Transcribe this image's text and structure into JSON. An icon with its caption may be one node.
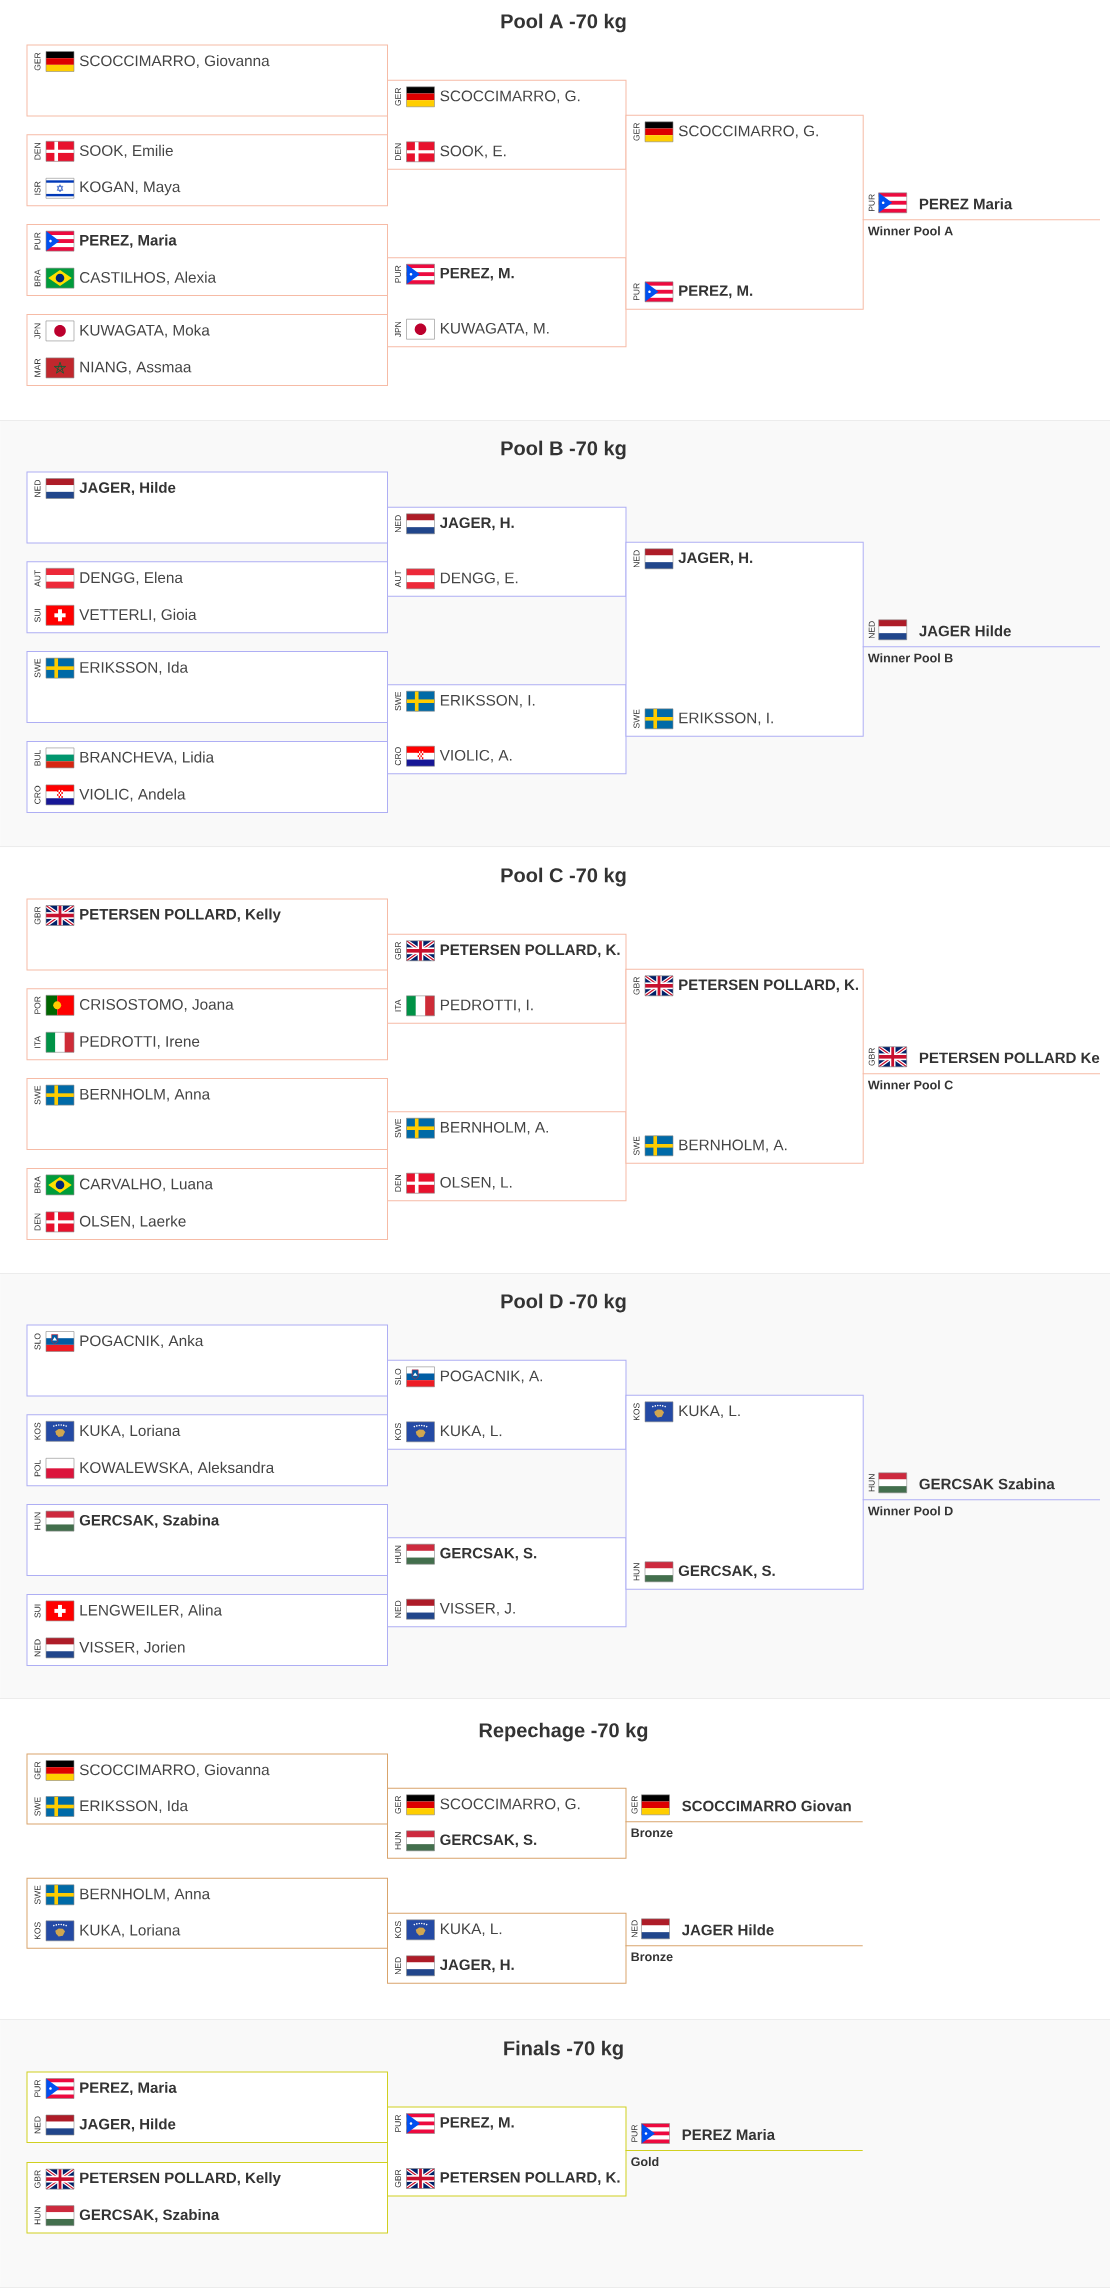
{
  "diagram": {
    "nodes": [
      {
        "text": [
          "GER",
          "SCOCCIMARRO, Giovanna"
        ]
      },
      {
        "text": [
          "DEN",
          "SOOK, Emilie",
          "ISR",
          "KOGAN, Maya"
        ]
      },
      {
        "text": [
          "PUR",
          "PEREZ, Maria",
          "BRA",
          "CASTILHOS, Alexia"
        ]
      },
      {
        "text": [
          "JPN",
          "KUWAGATA, Moka",
          "MAR",
          "NIANG, Assmaa"
        ]
      },
      {
        "text": [
          "GER",
          "SCOCCIMARRO, G.",
          "DEN",
          "SOOK, E."
        ]
      },
      {
        "text": [
          "PUR",
          "PEREZ, M.",
          "JPN",
          "KUWAGATA, M."
        ]
      },
      {
        "text": [
          "GER",
          "SCOCCIMARRO, G.",
          "PUR",
          "PEREZ, M."
        ]
      },
      {
        "text": [
          "PUR",
          "PEREZ Maria"
        ],
        "beside": [
          "Winner Pool A"
        ]
      },
      {
        "text": [
          "Pool B -70 kg"
        ]
      },
      {
        "text": [
          "NED",
          "JAGER, Hilde"
        ],
        "in": 8
      },
      {
        "text": [
          "AUT",
          "DENGG, Elena",
          "SUI",
          "VETTERLI, Gioia"
        ],
        "in": 8
      },
      {
        "text": [
          "SWE",
          "ERIKSSON, Ida"
        ],
        "in": 8
      },
      {
        "text": [
          "BUL",
          "BRANCHEVA, Lidia",
          "CRO",
          "VIOLIC, Andela"
        ],
        "in": 8
      },
      {
        "text": [
          "NED",
          "JAGER, H.",
          "AUT",
          "DENGG, E."
        ],
        "in": 8
      },
      {
        "text": [
          "SWE",
          "ERIKSSON, I.",
          "CRO",
          "VIOLIC, A."
        ],
        "in": 8
      },
      {
        "text": [
          "NED",
          "JAGER, H.",
          "SWE",
          "ERIKSSON, I."
        ],
        "in": 8
      },
      {
        "text": [
          "NED",
          "JAGER Hilde"
        ],
        "beside": [
          "Winner Pool B"
        ],
        "in": 8
      },
      {
        "text": [
          "GBR",
          "PETERSEN POLLARD, Kelly"
        ]
      },
      {
        "text": [
          "POR",
          "CRISOSTOMO, Joana",
          "ITA",
          "PEDROTTI, Irene"
        ]
      },
      {
        "text": [
          "SWE",
          "BERNHOLM, Anna"
        ]
      },
      {
        "text": [
          "BRA",
          "CARVALHO, Luana",
          "DEN",
          "OLSEN, Laerke"
        ]
      },
      {
        "text": [
          "GBR",
          "PETERSEN POLLARD, K.",
          "ITA",
          "PEDROTTI, I."
        ]
      },
      {
        "text": [
          "SWE",
          "BERNHOLM, A.",
          "DEN",
          "OLSEN, L."
        ]
      },
      {
        "text": [
          "GBR",
          "PETERSEN POLLARD, K.",
          "SWE",
          "BERNHOLM, A."
        ]
      },
      {
        "text": [
          "GBR",
          "PETERSEN POLLARD Ke"
        ],
        "beside": [
          "Winner Pool C"
        ]
      },
      {
        "text": [
          "Pool D -70 kg"
        ]
      },
      {
        "text": [
          "SLO",
          "POGACNIK, Anka"
        ],
        "in": 25
      },
      {
        "text": [
          "KOS",
          "KUKA, Loriana",
          "POL",
          "KOWALEWSKA, Aleksandra"
        ],
        "in": 25
      },
      {
        "text": [
          "HUN",
          "GERCSAK, Szabina"
        ],
        "in": 25
      },
      {
        "text": [
          "SUI",
          "LENGWEILER, Alina",
          "NED",
          "VISSER, Jorien"
        ],
        "in": 25
      },
      {
        "text": [
          "SLO",
          "POGACNIK, A.",
          "KOS",
          "KUKA, L."
        ],
        "in": 25
      },
      {
        "text": [
          "HUN",
          "GERCSAK, S.",
          "NED",
          "VISSER, J."
        ],
        "in": 25
      },
      {
        "text": [
          "KOS",
          "KUKA, L.",
          "HUN",
          "GERCSAK, S."
        ],
        "in": 25
      },
      {
        "text": [
          "HUN",
          "GERCSAK Szabina"
        ],
        "beside": [
          "Winner Pool D"
        ],
        "in": 25
      },
      {
        "text": [
          "GER",
          "SCOCCIMARRO, Giovanna",
          "SWE",
          "ERIKSSON, Ida"
        ]
      },
      {
        "text": [
          "SWE",
          "BERNHOLM, Anna",
          "KOS",
          "KUKA, Loriana"
        ]
      },
      {
        "text": [
          "GER",
          "SCOCCIMARRO, G.",
          "HUN",
          "GERCSAK, S."
        ]
      },
      {
        "text": [
          "KOS",
          "KUKA, L.",
          "NED",
          "JAGER, H."
        ]
      },
      {
        "text": [
          "GER",
          "SCOCCIMARRO Giovan"
        ],
        "beside": [
          "Bronze"
        ]
      },
      {
        "text": [
          "NED",
          "JAGER Hilde"
        ],
        "beside": [
          "Bronze"
        ]
      },
      {
        "text": [
          "Finals -70 kg"
        ]
      },
      {
        "text": [
          "PUR",
          "PEREZ, Maria",
          "NED",
          "JAGER, Hilde"
        ],
        "in": 40
      },
      {
        "text": [
          "GBR",
          "PETERSEN POLLARD, Kelly",
          "HUN",
          "GERCSAK, Szabina"
        ],
        "in": 40
      },
      {
        "text": [
          "PUR",
          "PEREZ, M.",
          "GBR",
          "PETERSEN POLLARD, K."
        ],
        "in": 40
      },
      {
        "text": [
          "PUR",
          "PEREZ Maria"
        ],
        "beside": [
          "Gold"
        ],
        "in": 40
      }
    ],
    "labels": [
      "Pool A -70 kg",
      "Pool C -70 kg",
      "Repechage -70 kg"
    ]
  }
}
